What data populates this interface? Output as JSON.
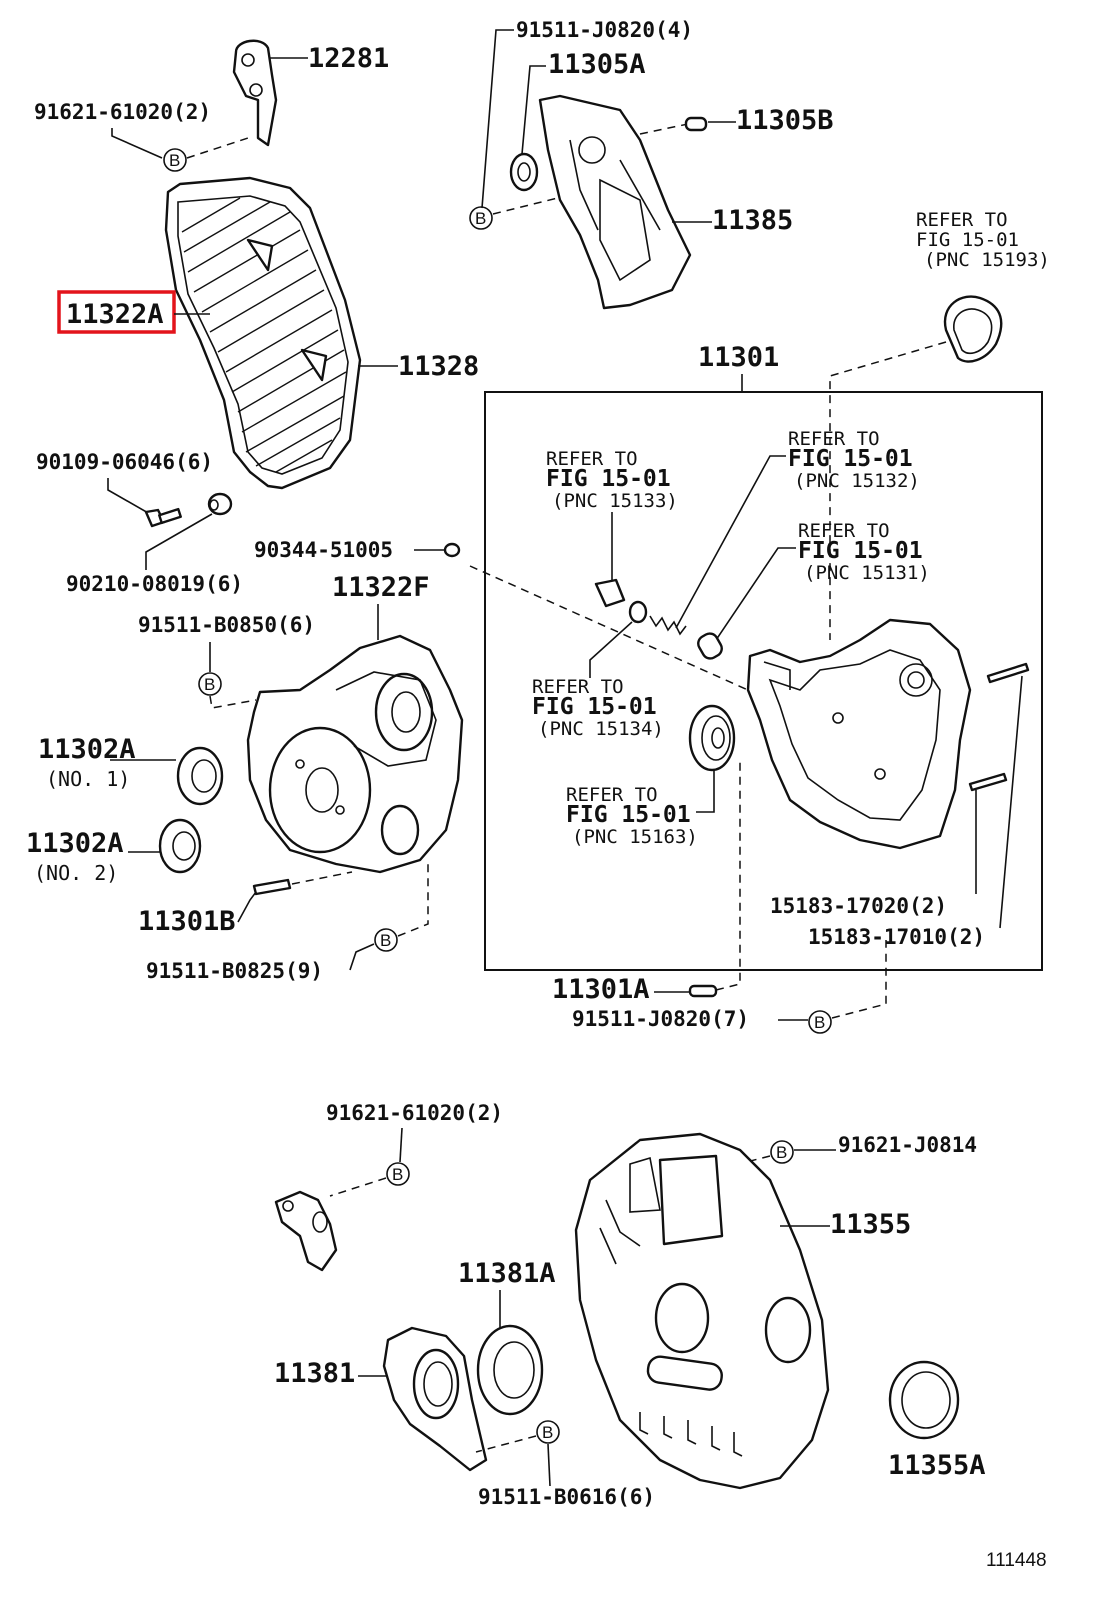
{
  "diagram": {
    "highlighted_part": "11322A",
    "highlight_color": "#e3141b",
    "line_color": "#111111",
    "figure_number": "111448",
    "bolt_marker": "B",
    "labels": {
      "p12281": "12281",
      "p91621_61020_top": "91621-61020(2)",
      "p91511_J0820_4": "91511-J0820(4)",
      "p11305A": "11305A",
      "p11305B": "11305B",
      "p11385": "11385",
      "p11322A": "11322A",
      "p11328": "11328",
      "p90109": "90109-06046(6)",
      "p90210": "90210-08019(6)",
      "p90344": "90344-51005",
      "p11322F": "11322F",
      "p91511_B0850": "91511-B0850(6)",
      "p11302A_1": "11302A",
      "p11302A_1_note": "(NO. 1)",
      "p11302A_2": "11302A",
      "p11302A_2_note": "(NO. 2)",
      "p11301B": "11301B",
      "p91511_B0825": "91511-B0825(9)",
      "p11301": "11301",
      "p11301A": "11301A",
      "p91511_J0820_7": "91511-J0820(7)",
      "p15183_17020": "15183-17020(2)",
      "p15183_17010": "15183-17010(2)",
      "p91621_61020_bot": "91621-61020(2)",
      "p91621_J0814": "91621-J0814",
      "p11355": "11355",
      "p11381A": "11381A",
      "p11381": "11381",
      "p11355A": "11355A",
      "p91511_B0616": "91511-B0616(6)"
    },
    "refer": {
      "r15193": {
        "line1": "REFER TO",
        "line2": "FIG 15-01",
        "line3": "(PNC 15193)"
      },
      "r15133": {
        "line1": "REFER TO",
        "line2": "FIG 15-01",
        "line3": "(PNC 15133)"
      },
      "r15132": {
        "line1": "REFER TO",
        "line2": "FIG 15-01",
        "line3": "(PNC 15132)"
      },
      "r15131": {
        "line1": "REFER TO",
        "line2": "FIG 15-01",
        "line3": "(PNC 15131)"
      },
      "r15134": {
        "line1": "REFER TO",
        "line2": "FIG 15-01",
        "line3": "(PNC 15134)"
      },
      "r15163": {
        "line1": "REFER TO",
        "line2": "FIG 15-01",
        "line3": "(PNC 15163)"
      }
    }
  }
}
